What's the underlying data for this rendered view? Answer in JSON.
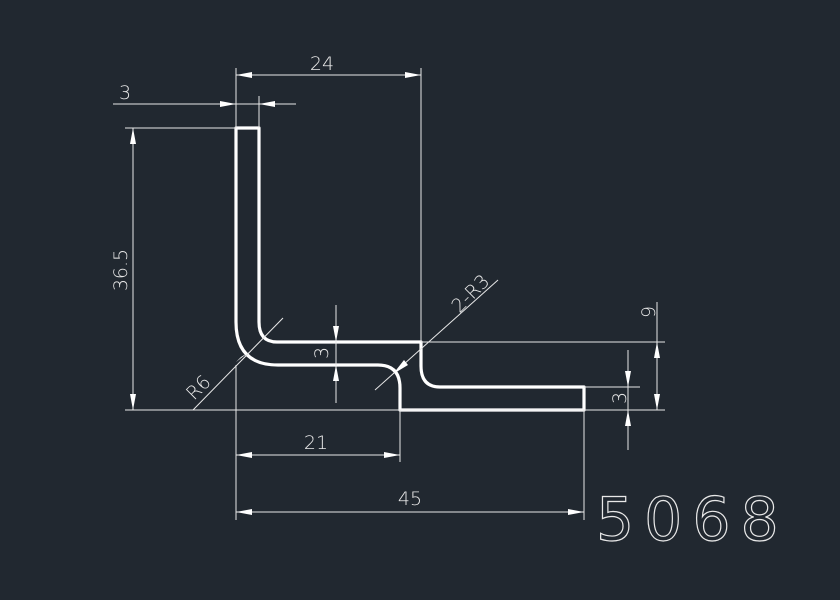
{
  "drawing": {
    "part_number": "5068",
    "dimensions": {
      "top_width": "24",
      "wall_thickness_top": "3",
      "height": "36.5",
      "inner_width": "21",
      "total_width": "45",
      "step_height": "9",
      "flange_thickness": "3",
      "web_thickness": "3",
      "bend_radius": "R6",
      "fillet_radii": "2-R3"
    },
    "colors": {
      "background": "#212830",
      "lines": "#ffffff"
    }
  }
}
